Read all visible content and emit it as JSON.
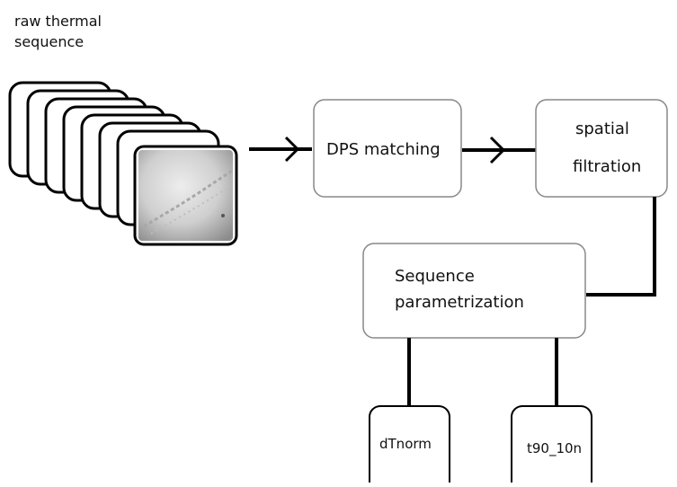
{
  "input": {
    "label_line1": "raw thermal",
    "label_line2": "sequence"
  },
  "boxes": {
    "dps": "DPS matching",
    "spatial_line1": "spatial",
    "spatial_line2": "filtration",
    "param_line1": "Sequence",
    "param_line2": "parametrization"
  },
  "outputs": {
    "dtnorm": "dTnorm",
    "t90": "t90_10n"
  },
  "colors": {
    "stroke": "#000000",
    "box_border": "#888888",
    "text": "#111111",
    "thermal_light": "#e4e4e4",
    "thermal_dark": "#8c8c8c"
  }
}
